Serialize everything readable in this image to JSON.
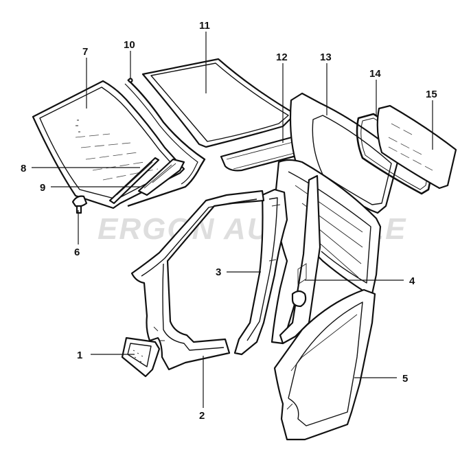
{
  "watermark": {
    "text": "ERGON AUTOTEILE"
  },
  "callouts": [
    {
      "id": "1",
      "label": "1"
    },
    {
      "id": "2",
      "label": "2"
    },
    {
      "id": "3",
      "label": "3"
    },
    {
      "id": "4",
      "label": "4"
    },
    {
      "id": "5",
      "label": "5"
    },
    {
      "id": "6",
      "label": "6"
    },
    {
      "id": "7",
      "label": "7"
    },
    {
      "id": "8",
      "label": "8"
    },
    {
      "id": "9",
      "label": "9"
    },
    {
      "id": "10",
      "label": "10"
    },
    {
      "id": "11",
      "label": "11"
    },
    {
      "id": "12",
      "label": "12"
    },
    {
      "id": "13",
      "label": "13"
    },
    {
      "id": "14",
      "label": "14"
    },
    {
      "id": "15",
      "label": "15"
    }
  ]
}
